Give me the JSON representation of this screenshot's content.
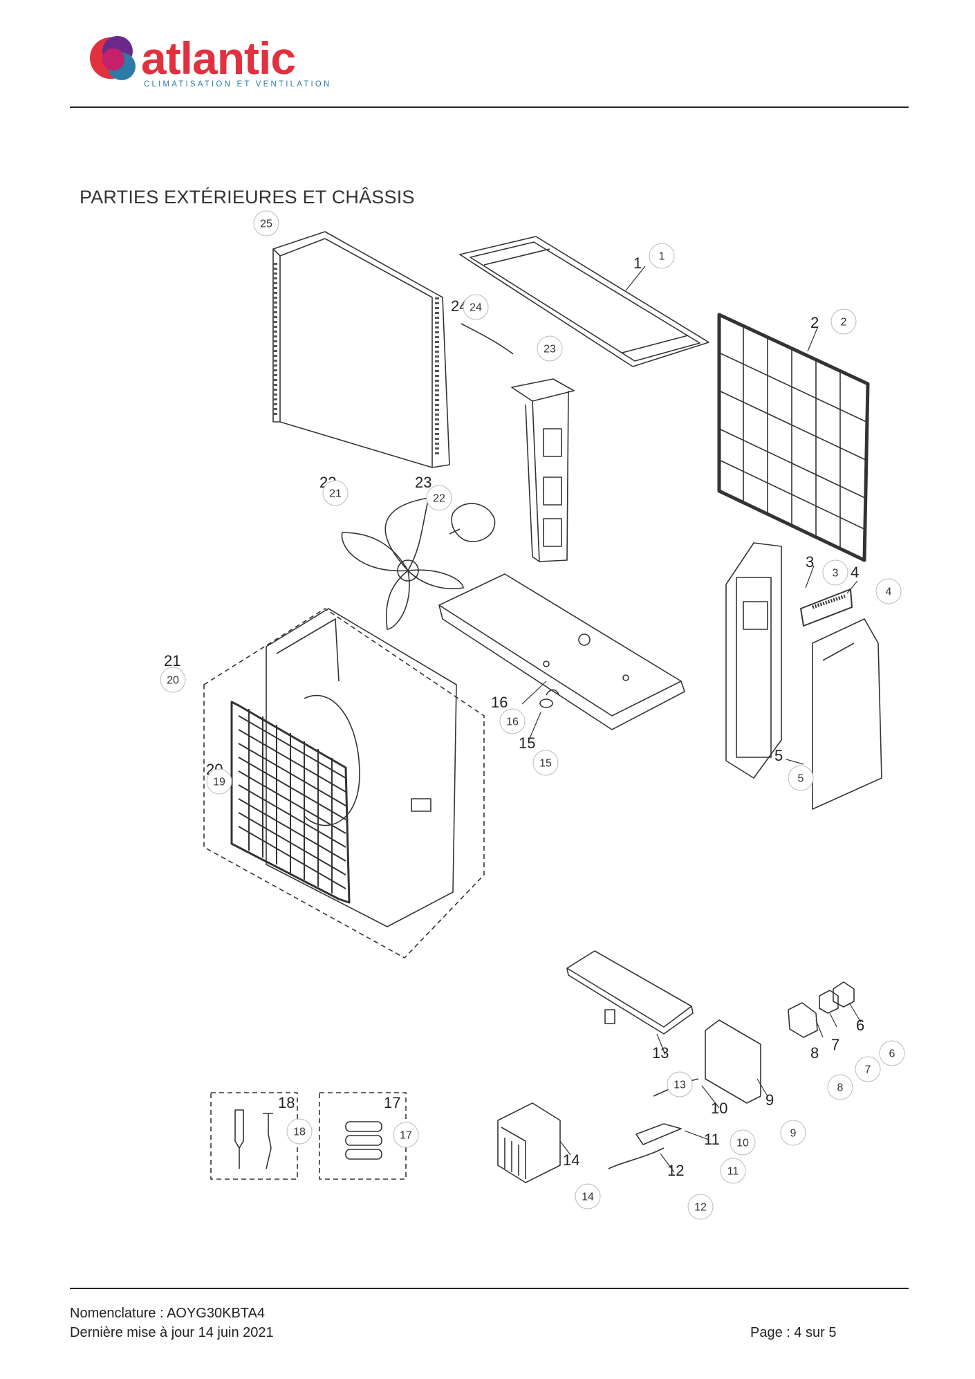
{
  "header": {
    "brand": "atlantic",
    "tagline": "CLIMATISATION ET VENTILATION",
    "colors": {
      "red": "#e2313e",
      "blue": "#2a7ba8",
      "purple": "#6b2a8a",
      "magenta": "#c4206b"
    }
  },
  "title": "PARTIES EXTÉRIEURES ET CHÂSSIS",
  "diagram": {
    "callouts": [
      "1",
      "2",
      "3",
      "4",
      "5",
      "6",
      "7",
      "8",
      "9",
      "10",
      "11",
      "12",
      "13",
      "14",
      "15",
      "16",
      "17",
      "18",
      "19",
      "20",
      "21",
      "22",
      "23",
      "24",
      "25"
    ],
    "part_numbers": [
      "1",
      "2",
      "3",
      "4",
      "5",
      "6",
      "7",
      "8",
      "9",
      "10",
      "11",
      "12",
      "13",
      "14",
      "15",
      "16",
      "17",
      "18",
      "20",
      "21",
      "22",
      "23",
      "24"
    ]
  },
  "footer": {
    "nomenclature": "Nomenclature : AOYG30KBTA4",
    "updated": "Dernière mise à jour 14 juin 2021",
    "page": "Page : 4 sur 5"
  }
}
